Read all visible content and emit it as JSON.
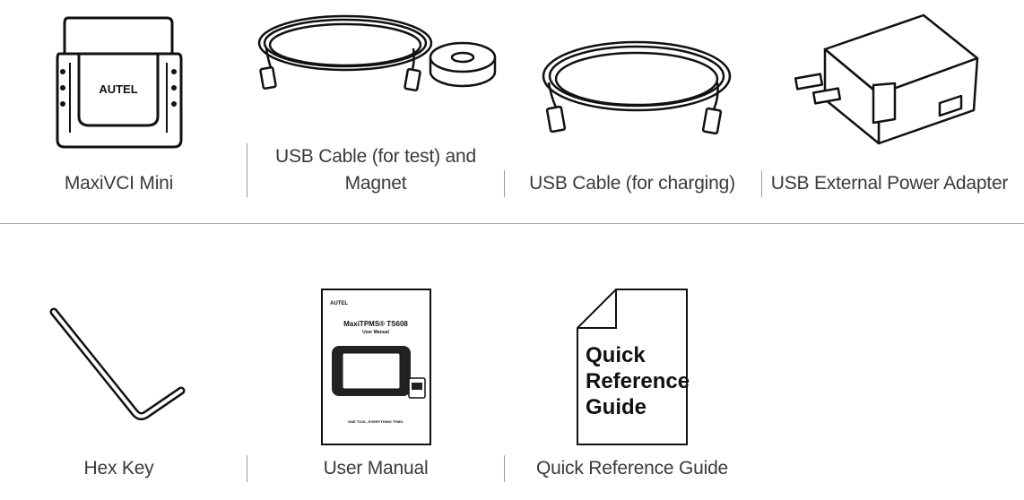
{
  "row1": {
    "items": [
      {
        "label": "MaxiVCI Mini",
        "icon": "vci-device-icon",
        "brand_text": "AUTEL"
      },
      {
        "label_line1": "USB Cable (for test) and",
        "label_line2": "Magnet",
        "icon": "usb-cable-magnet-icon"
      },
      {
        "label": "USB Cable (for charging)",
        "icon": "usb-cable-icon"
      },
      {
        "label": "USB External Power Adapter",
        "icon": "power-adapter-icon"
      }
    ]
  },
  "row2": {
    "items": [
      {
        "label": "Hex Key",
        "icon": "hex-key-icon"
      },
      {
        "label": "User Manual",
        "icon": "user-manual-icon",
        "cover": {
          "brand": "AUTEL",
          "title": "MaxiTPMS® TS608",
          "subtitle": "User Manual",
          "tagline": "ONE TOOL, EVERYTHING TPMS."
        }
      },
      {
        "label": "Quick Reference Guide",
        "icon": "quick-reference-guide-icon",
        "cover_lines": [
          "Quick",
          "Reference",
          "Guide"
        ]
      }
    ]
  }
}
